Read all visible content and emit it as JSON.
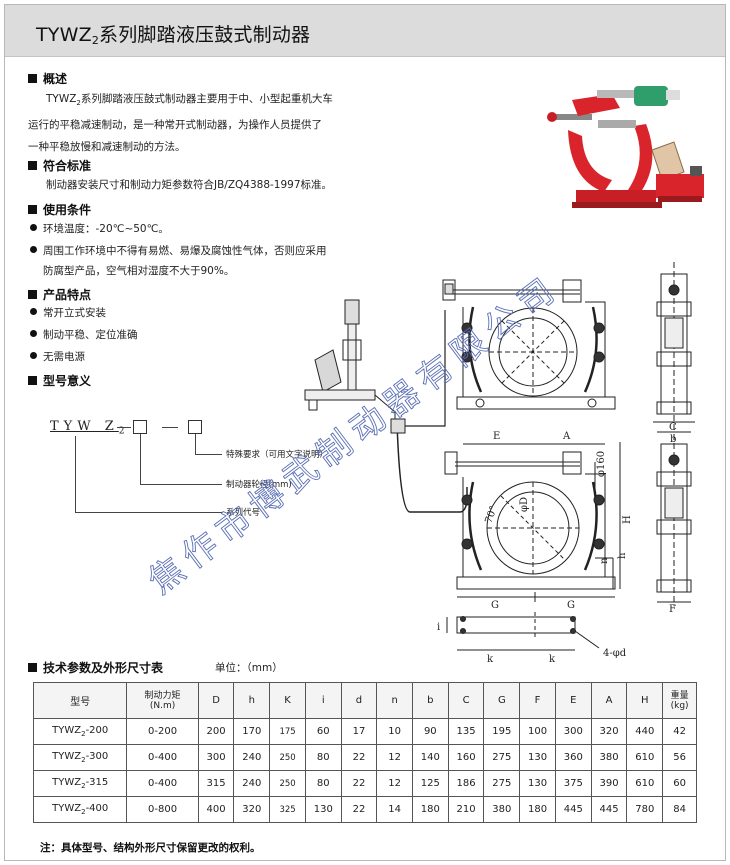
{
  "header": {
    "title_prefix": "TYWZ",
    "title_sub": "2",
    "title_suffix": "系列脚踏液压鼓式制动器"
  },
  "overview": {
    "heading": "概述",
    "line1_prefix": "TYWZ",
    "line1_sub": "2",
    "line1_rest": "系列脚踏液压鼓式制动器主要用于中、小型起重机大车",
    "line2": "运行的平稳减速制动，是一种常开式制动器，为操作人员提供了",
    "line3": "一种平稳放慢和减速制动的方法。"
  },
  "standard": {
    "heading": "符合标准",
    "text": "制动器安装尺寸和制动力矩参数符合JB/ZQ4388-1997标准。"
  },
  "conditions": {
    "heading": "使用条件",
    "item1": "环境温度：-20℃~50℃。",
    "item2_line1": "周围工作环境中不得有易燃、易爆及腐蚀性气体，否则应采用",
    "item2_line2": "防腐型产品，空气相对湿度不大于90%。"
  },
  "features": {
    "heading": "产品特点",
    "items": [
      "常开立式安装",
      "制动平稳、定位准确",
      "无需电源"
    ]
  },
  "model_meaning": {
    "heading": "型号意义",
    "code": "TYW Z",
    "code_sub": "2",
    "labels": {
      "special": "特殊要求（可用文字说明）",
      "wheel": "制动器轮径(mm)",
      "series": "系列代号"
    }
  },
  "drawing_labels": {
    "E": "E",
    "A": "A",
    "C": "C",
    "b": "b",
    "phi160": "φ160",
    "phiD": "φD",
    "H": "H",
    "h": "h",
    "n": "n",
    "G": "G",
    "F": "F",
    "i": "i",
    "k": "k",
    "d": "4-φd",
    "angle": "70°"
  },
  "watermark": "焦作市博武制动器有限公司",
  "spec_table": {
    "heading": "技术参数及外形尺寸表",
    "unit": "单位：（mm）",
    "columns": [
      "型号",
      "制动力矩",
      "(N.m)",
      "D",
      "h",
      "K",
      "i",
      "d",
      "n",
      "b",
      "C",
      "G",
      "F",
      "E",
      "A",
      "H",
      "重量",
      "(kg)"
    ],
    "rows": [
      {
        "model": "TYWZ",
        "sub": "2",
        "model_rest": "-200",
        "torque": "0-200",
        "D": "200",
        "h": "170",
        "K": "175",
        "i": "60",
        "d": "17",
        "n": "10",
        "b": "90",
        "C": "135",
        "G": "195",
        "F": "100",
        "E": "300",
        "A": "320",
        "H": "440",
        "W": "42"
      },
      {
        "model": "TYWZ",
        "sub": "2",
        "model_rest": "-300",
        "torque": "0-400",
        "D": "300",
        "h": "240",
        "K": "250",
        "i": "80",
        "d": "22",
        "n": "12",
        "b": "140",
        "C": "160",
        "G": "275",
        "F": "130",
        "E": "360",
        "A": "380",
        "H": "610",
        "W": "56"
      },
      {
        "model": "TYWZ",
        "sub": "2",
        "model_rest": "-315",
        "torque": "0-400",
        "D": "315",
        "h": "240",
        "K": "250",
        "i": "80",
        "d": "22",
        "n": "12",
        "b": "125",
        "C": "186",
        "G": "275",
        "F": "130",
        "E": "375",
        "A": "390",
        "H": "610",
        "W": "60"
      },
      {
        "model": "TYWZ",
        "sub": "2",
        "model_rest": "-400",
        "torque": "0-800",
        "D": "400",
        "h": "320",
        "K": "325",
        "i": "130",
        "d": "22",
        "n": "14",
        "b": "180",
        "C": "210",
        "G": "380",
        "F": "180",
        "E": "445",
        "A": "445",
        "H": "780",
        "W": "84"
      }
    ]
  },
  "footnote": "注：具体型号、结构外形尺寸保留更改的权利。",
  "colors": {
    "title_bg": "#dcdcdc",
    "product_red": "#d8242a",
    "watermark_blue": "#5a6fb5"
  }
}
